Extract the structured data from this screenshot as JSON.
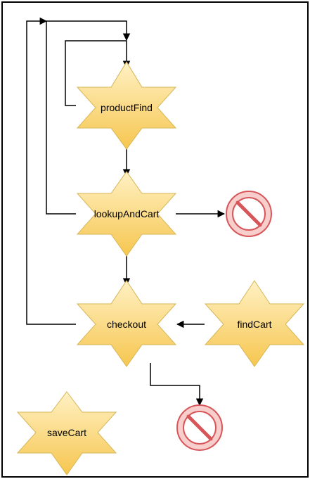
{
  "diagram": {
    "nodes": [
      {
        "id": "productFind",
        "label": "productFind",
        "shape": "star"
      },
      {
        "id": "lookupAndCart",
        "label": "lookupAndCart",
        "shape": "star"
      },
      {
        "id": "checkout",
        "label": "checkout",
        "shape": "star"
      },
      {
        "id": "findCart",
        "label": "findCart",
        "shape": "star"
      },
      {
        "id": "saveCart",
        "label": "saveCart",
        "shape": "star"
      }
    ],
    "terminals": [
      {
        "id": "stop-1",
        "shape": "no-entry"
      },
      {
        "id": "stop-2",
        "shape": "no-entry"
      }
    ],
    "edges": [
      {
        "from": "productFind",
        "to": "productFind"
      },
      {
        "from": "productFind",
        "to": "lookupAndCart"
      },
      {
        "from": "lookupAndCart",
        "to": "productFind"
      },
      {
        "from": "lookupAndCart",
        "to": "stop-1"
      },
      {
        "from": "lookupAndCart",
        "to": "checkout"
      },
      {
        "from": "checkout",
        "to": "productFind"
      },
      {
        "from": "findCart",
        "to": "checkout"
      },
      {
        "from": "checkout",
        "to": "stop-2"
      }
    ],
    "colors": {
      "star_fill_top": "#FFF1C4",
      "star_fill_bottom": "#F6C64F",
      "star_stroke": "#D6B656",
      "stop_fill": "#F8CECC",
      "stop_stroke": "#D7565A",
      "edge": "#000000",
      "frame": "#000000"
    }
  }
}
